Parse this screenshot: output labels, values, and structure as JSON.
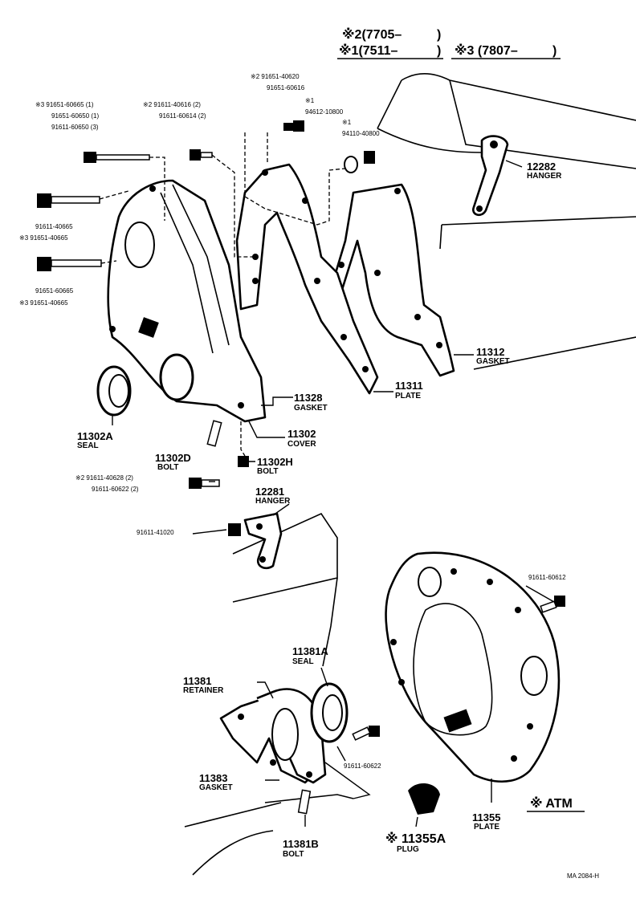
{
  "header": {
    "code2": "※2(7705–",
    "code2_close": ")",
    "code1": "※1(7511–",
    "code1_close": ")",
    "code3": "※3 (7807–",
    "code3_close": ")"
  },
  "callouts": {
    "bolt_group_a": [
      "※3 91651-60665 (1)",
      "91651-60650 (1)",
      "91611-60650 (3)"
    ],
    "bolt_group_b": [
      "※2 91611-40616 (2)",
      "91611-60614 (2)"
    ],
    "bolt_group_c": [
      "※2 91651-40620",
      "91651-60616"
    ],
    "washer_a": [
      "※1",
      "94612-10800"
    ],
    "nut_a": [
      "※1",
      "94110-40800"
    ],
    "bolt_left_1": [
      "91611-40665",
      "※3 91651-40665"
    ],
    "bolt_left_2": [
      "91651-60665",
      "※3 91651-40665"
    ],
    "bolt_group_d": [
      "※2 91611-40628 (2)",
      "91611-60622 (2)"
    ]
  },
  "parts": {
    "p12282": {
      "number": "12282",
      "name": "HANGER"
    },
    "p11312": {
      "number": "11312",
      "name": "GASKET"
    },
    "p11311": {
      "number": "11311",
      "name": "PLATE"
    },
    "p11328": {
      "number": "11328",
      "name": "GASKET"
    },
    "p11302": {
      "number": "11302",
      "name": "COVER"
    },
    "p11302A": {
      "number": "11302A",
      "name": "SEAL"
    },
    "p11302D": {
      "number": "11302D",
      "name": "BOLT"
    },
    "p11302H": {
      "number": "11302H",
      "name": "BOLT"
    },
    "p12281": {
      "number": "12281",
      "name": "HANGER"
    },
    "b91611_41020": {
      "number": "91611-41020"
    },
    "b91611_60612": {
      "number": "91611-60612"
    },
    "p11381A": {
      "number": "11381A",
      "name": "SEAL"
    },
    "p11381": {
      "number": "11381",
      "name": "RETAINER"
    },
    "b91611_60622": {
      "number": "91611-60622"
    },
    "p11383": {
      "number": "11383",
      "name": "GASKET"
    },
    "p11381B": {
      "number": "11381B",
      "name": "BOLT"
    },
    "p11355A": {
      "number": "※ 11355A",
      "name": "PLUG"
    },
    "p11355": {
      "number": "11355",
      "name": "PLATE"
    }
  },
  "legend": {
    "atm": "※ ATM"
  },
  "footer": {
    "ref": "MA 2084-H"
  }
}
